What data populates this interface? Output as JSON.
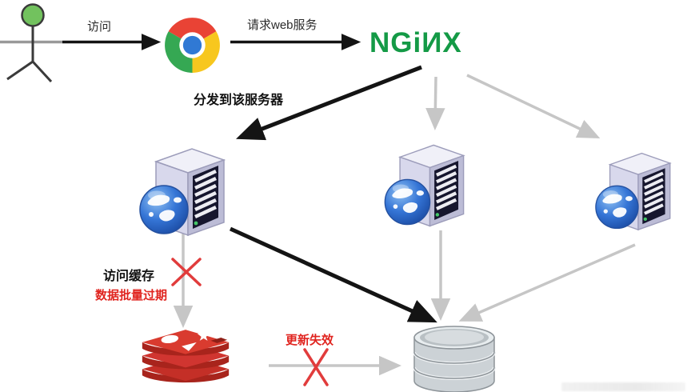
{
  "diagram": {
    "description": "nginx load-balanced web cluster with redis cache failure (cache avalanche) diagram",
    "nodes": [
      {
        "id": "user",
        "icon": "stick-figure-icon",
        "label": ""
      },
      {
        "id": "browser",
        "icon": "chrome-icon",
        "label": ""
      },
      {
        "id": "nginx",
        "icon": "nginx-logo",
        "label": "NGiИX"
      },
      {
        "id": "web-server-1",
        "icon": "web-server-icon",
        "label": ""
      },
      {
        "id": "web-server-2",
        "icon": "web-server-icon",
        "label": ""
      },
      {
        "id": "web-server-3",
        "icon": "web-server-icon",
        "label": ""
      },
      {
        "id": "redis",
        "icon": "redis-icon",
        "label": ""
      },
      {
        "id": "database",
        "icon": "database-cylinder-icon",
        "label": ""
      }
    ],
    "edges": [
      {
        "from": "user",
        "to": "browser",
        "label": "访问",
        "style": "black"
      },
      {
        "from": "browser",
        "to": "nginx",
        "label": "请求web服务",
        "style": "black"
      },
      {
        "from": "nginx",
        "to": "web-server-1",
        "label": "分发到该服务器",
        "style": "black-bold"
      },
      {
        "from": "nginx",
        "to": "web-server-2",
        "label": "",
        "style": "gray"
      },
      {
        "from": "nginx",
        "to": "web-server-3",
        "label": "",
        "style": "gray"
      },
      {
        "from": "web-server-1",
        "to": "redis",
        "label": "访问缓存",
        "style": "gray",
        "status": "failed",
        "status_label": "数据批量过期"
      },
      {
        "from": "web-server-1",
        "to": "database",
        "label": "",
        "style": "black-bold"
      },
      {
        "from": "web-server-2",
        "to": "database",
        "label": "",
        "style": "gray"
      },
      {
        "from": "web-server-3",
        "to": "database",
        "label": "",
        "style": "gray"
      },
      {
        "from": "redis",
        "to": "database",
        "label": "更新失效",
        "style": "gray",
        "status": "failed"
      }
    ],
    "colors": {
      "nginx_green": "#149a46",
      "error_red": "#e0241f",
      "arrow_black": "#141414",
      "arrow_gray": "#c6c6c6",
      "actor_head_green": "#72c25e"
    }
  }
}
